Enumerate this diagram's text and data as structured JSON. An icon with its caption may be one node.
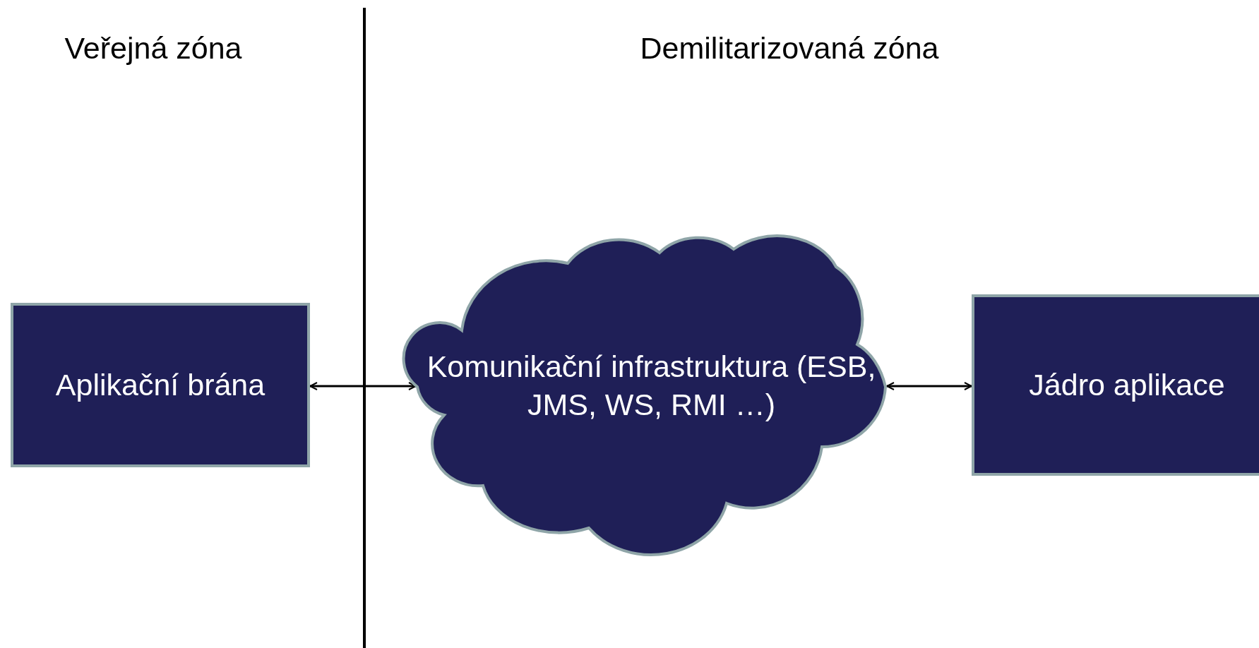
{
  "diagram": {
    "nodes": [
      {
        "text": [
          "Aplikační brána"
        ]
      },
      {
        "text": [
          "Komunikační infrastruktura (ESB, JMS, WS, RMI …)"
        ]
      },
      {
        "text": [
          "Jádro aplikace"
        ]
      }
    ],
    "edges": [
      {
        "from": 0,
        "to": 1,
        "arrow": "both"
      },
      {
        "from": 1,
        "to": 2,
        "arrow": "both"
      }
    ],
    "labels": [
      "Veřejná zóna",
      "Demilitarizovaná zóna"
    ]
  }
}
